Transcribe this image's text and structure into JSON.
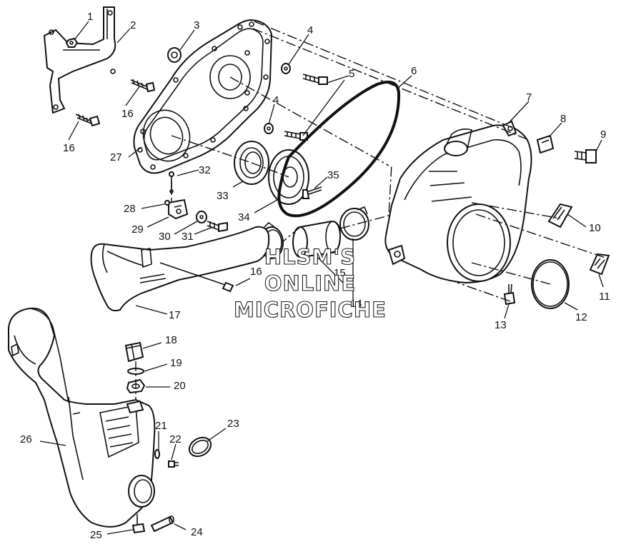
{
  "watermark": {
    "line1": "HLSM'S",
    "line2": "ONLINE",
    "line3": "MICROFICHE"
  },
  "callouts": [
    "1",
    "2",
    "3",
    "4",
    "4",
    "5",
    "6",
    "7",
    "8",
    "9",
    "10",
    "11",
    "12",
    "13",
    "14",
    "15",
    "16",
    "16",
    "16",
    "17",
    "18",
    "19",
    "20",
    "21",
    "22",
    "23",
    "24",
    "25",
    "26",
    "27",
    "28",
    "29",
    "30",
    "31",
    "32",
    "33",
    "34",
    "35"
  ]
}
